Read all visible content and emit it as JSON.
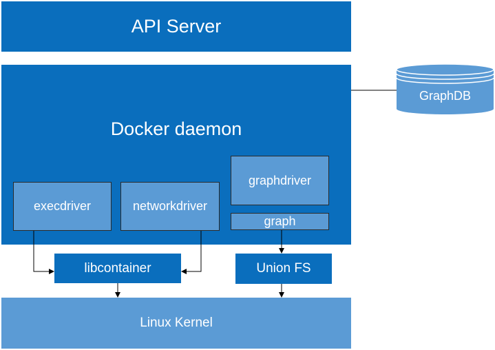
{
  "api_server": "API Server",
  "docker_daemon": "Docker daemon",
  "drivers": {
    "execdriver": "execdriver",
    "networkdriver": "networkdriver",
    "graphdriver": "graphdriver",
    "graph": "graph"
  },
  "libcontainer": "libcontainer",
  "union_fs": "Union FS",
  "linux_kernel": "Linux Kernel",
  "graphdb": "GraphDB",
  "colors": {
    "dark_blue": "#0a6ebd",
    "light_blue": "#5b9bd5",
    "outline": "#2b2b2b",
    "cylinder_stroke": "#ffffff"
  }
}
